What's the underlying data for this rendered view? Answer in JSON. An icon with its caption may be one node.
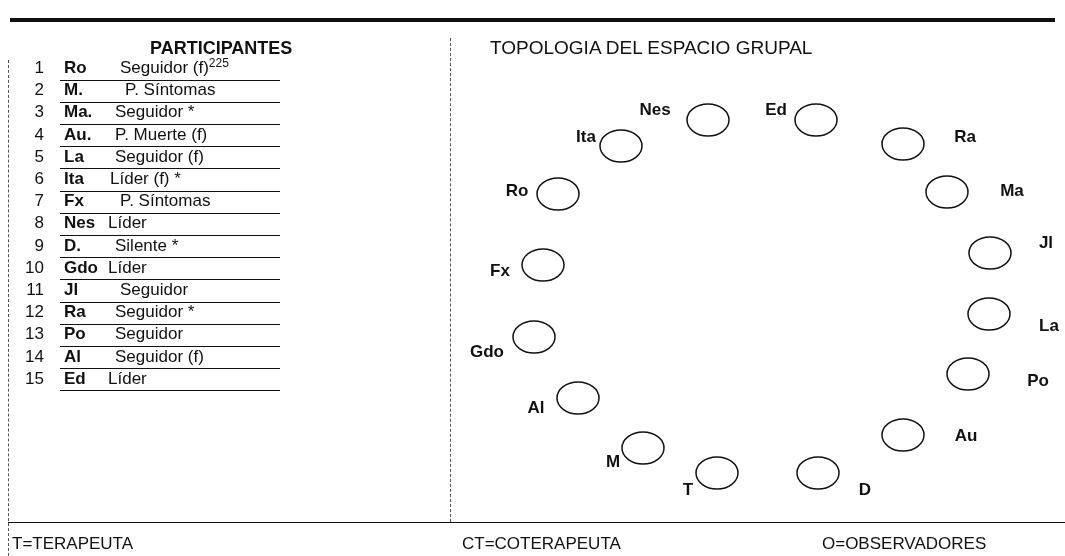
{
  "diagram": {
    "nodes": [
      {
        "text": [
          "Nes"
        ]
      },
      {
        "text": [
          "Ed"
        ]
      },
      {
        "text": [
          "Ita"
        ]
      },
      {
        "text": [
          "Ra"
        ]
      },
      {
        "text": [
          "Ro"
        ]
      },
      {
        "text": [
          "Ma"
        ]
      },
      {
        "text": [
          "Jl"
        ]
      },
      {
        "text": [
          "Fx"
        ]
      },
      {
        "text": [
          "La"
        ]
      },
      {
        "text": [
          "Gdo"
        ]
      },
      {
        "text": [
          "Po"
        ]
      },
      {
        "text": [
          "Al"
        ]
      },
      {
        "text": [
          "Au"
        ]
      },
      {
        "text": [
          "M"
        ]
      },
      {
        "text": [
          "T"
        ]
      },
      {
        "text": [
          "D"
        ]
      }
    ],
    "labels": [
      "PARTICIPANTES",
      "1",
      "Ro",
      "Seguidor (f)$^{225}$",
      "2",
      "M.",
      "P. Síntomas",
      "3",
      "Ma.",
      "Seguidor *",
      "4",
      "Au.",
      "P. Muerte (f)",
      "5",
      "La",
      "Seguidor (f)",
      "6",
      "Ita",
      "Líder (f) *",
      "7",
      "Fx",
      "P. Síntomas",
      "8",
      "Nes",
      "Líder",
      "9",
      "D.",
      "Silente *",
      "10",
      "Gdo",
      "Líder",
      "11",
      "Jl",
      "Seguidor",
      "12",
      "Ra",
      "Seguidor *",
      "13",
      "Po",
      "Seguidor",
      "14",
      "Al",
      "Seguidor (f)",
      "15",
      "Ed",
      "Líder",
      "TOPOLOGIA DEL ESPACIO GRUPAL",
      "T=TERAPEUTA",
      "CT=COTERAPEUTA",
      "O=OBSERVADORES"
    ]
  }
}
